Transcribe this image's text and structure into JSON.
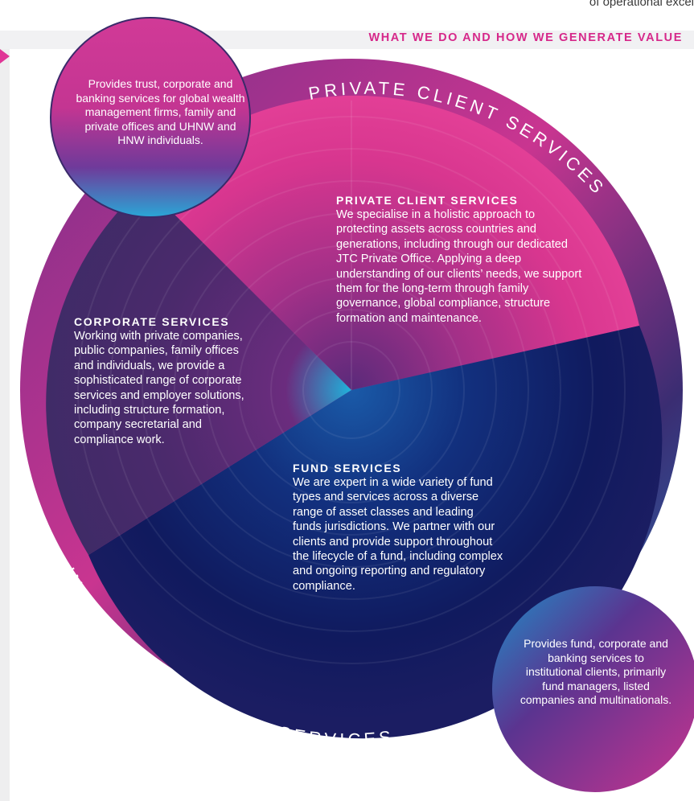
{
  "header": {
    "top_text": "of operational excel",
    "title": "WHAT WE DO AND HOW WE GENERATE VALUE"
  },
  "diagram": {
    "arc_labels": {
      "private": "PRIVATE CLIENT SERVICES",
      "institutional": "INSTITUTIONAL CLIENT SERVICES"
    },
    "segments": {
      "private_client": {
        "heading": "PRIVATE CLIENT SERVICES",
        "body": "We specialise in a holistic approach to protecting assets across countries and generations, including through our dedicated JTC Private Office. Applying a deep understanding of our clients’ needs, we support them for the long-term through family governance, global compliance, structure formation and maintenance."
      },
      "corporate": {
        "heading": "CORPORATE SERVICES",
        "body": "Working with private companies, public companies, family offices and individuals, we provide a sophisticated range of corporate services and employer solutions, including structure formation, company secretarial and compliance work."
      },
      "fund": {
        "heading": "FUND SERVICES",
        "body": "We are expert in a wide variety of fund types and services across a diverse range of asset classes and leading funds jurisdictions. We partner with our clients and provide support throughout the lifecycle of a fund, including complex and ongoing reporting and regulatory compliance."
      }
    },
    "bubbles": {
      "private": "Provides trust, corporate and banking services for global wealth management firms, family and private offices and UHNW and HNW individuals.",
      "institutional": "Provides fund, corporate and banking services to institutional clients, primarily fund managers, listed companies and multinationals."
    },
    "colors": {
      "magenta": "#e3348f",
      "navy": "#111c63",
      "purple": "#4a2870",
      "cyan": "#1fb3dc",
      "accent_title": "#d6288a"
    }
  }
}
